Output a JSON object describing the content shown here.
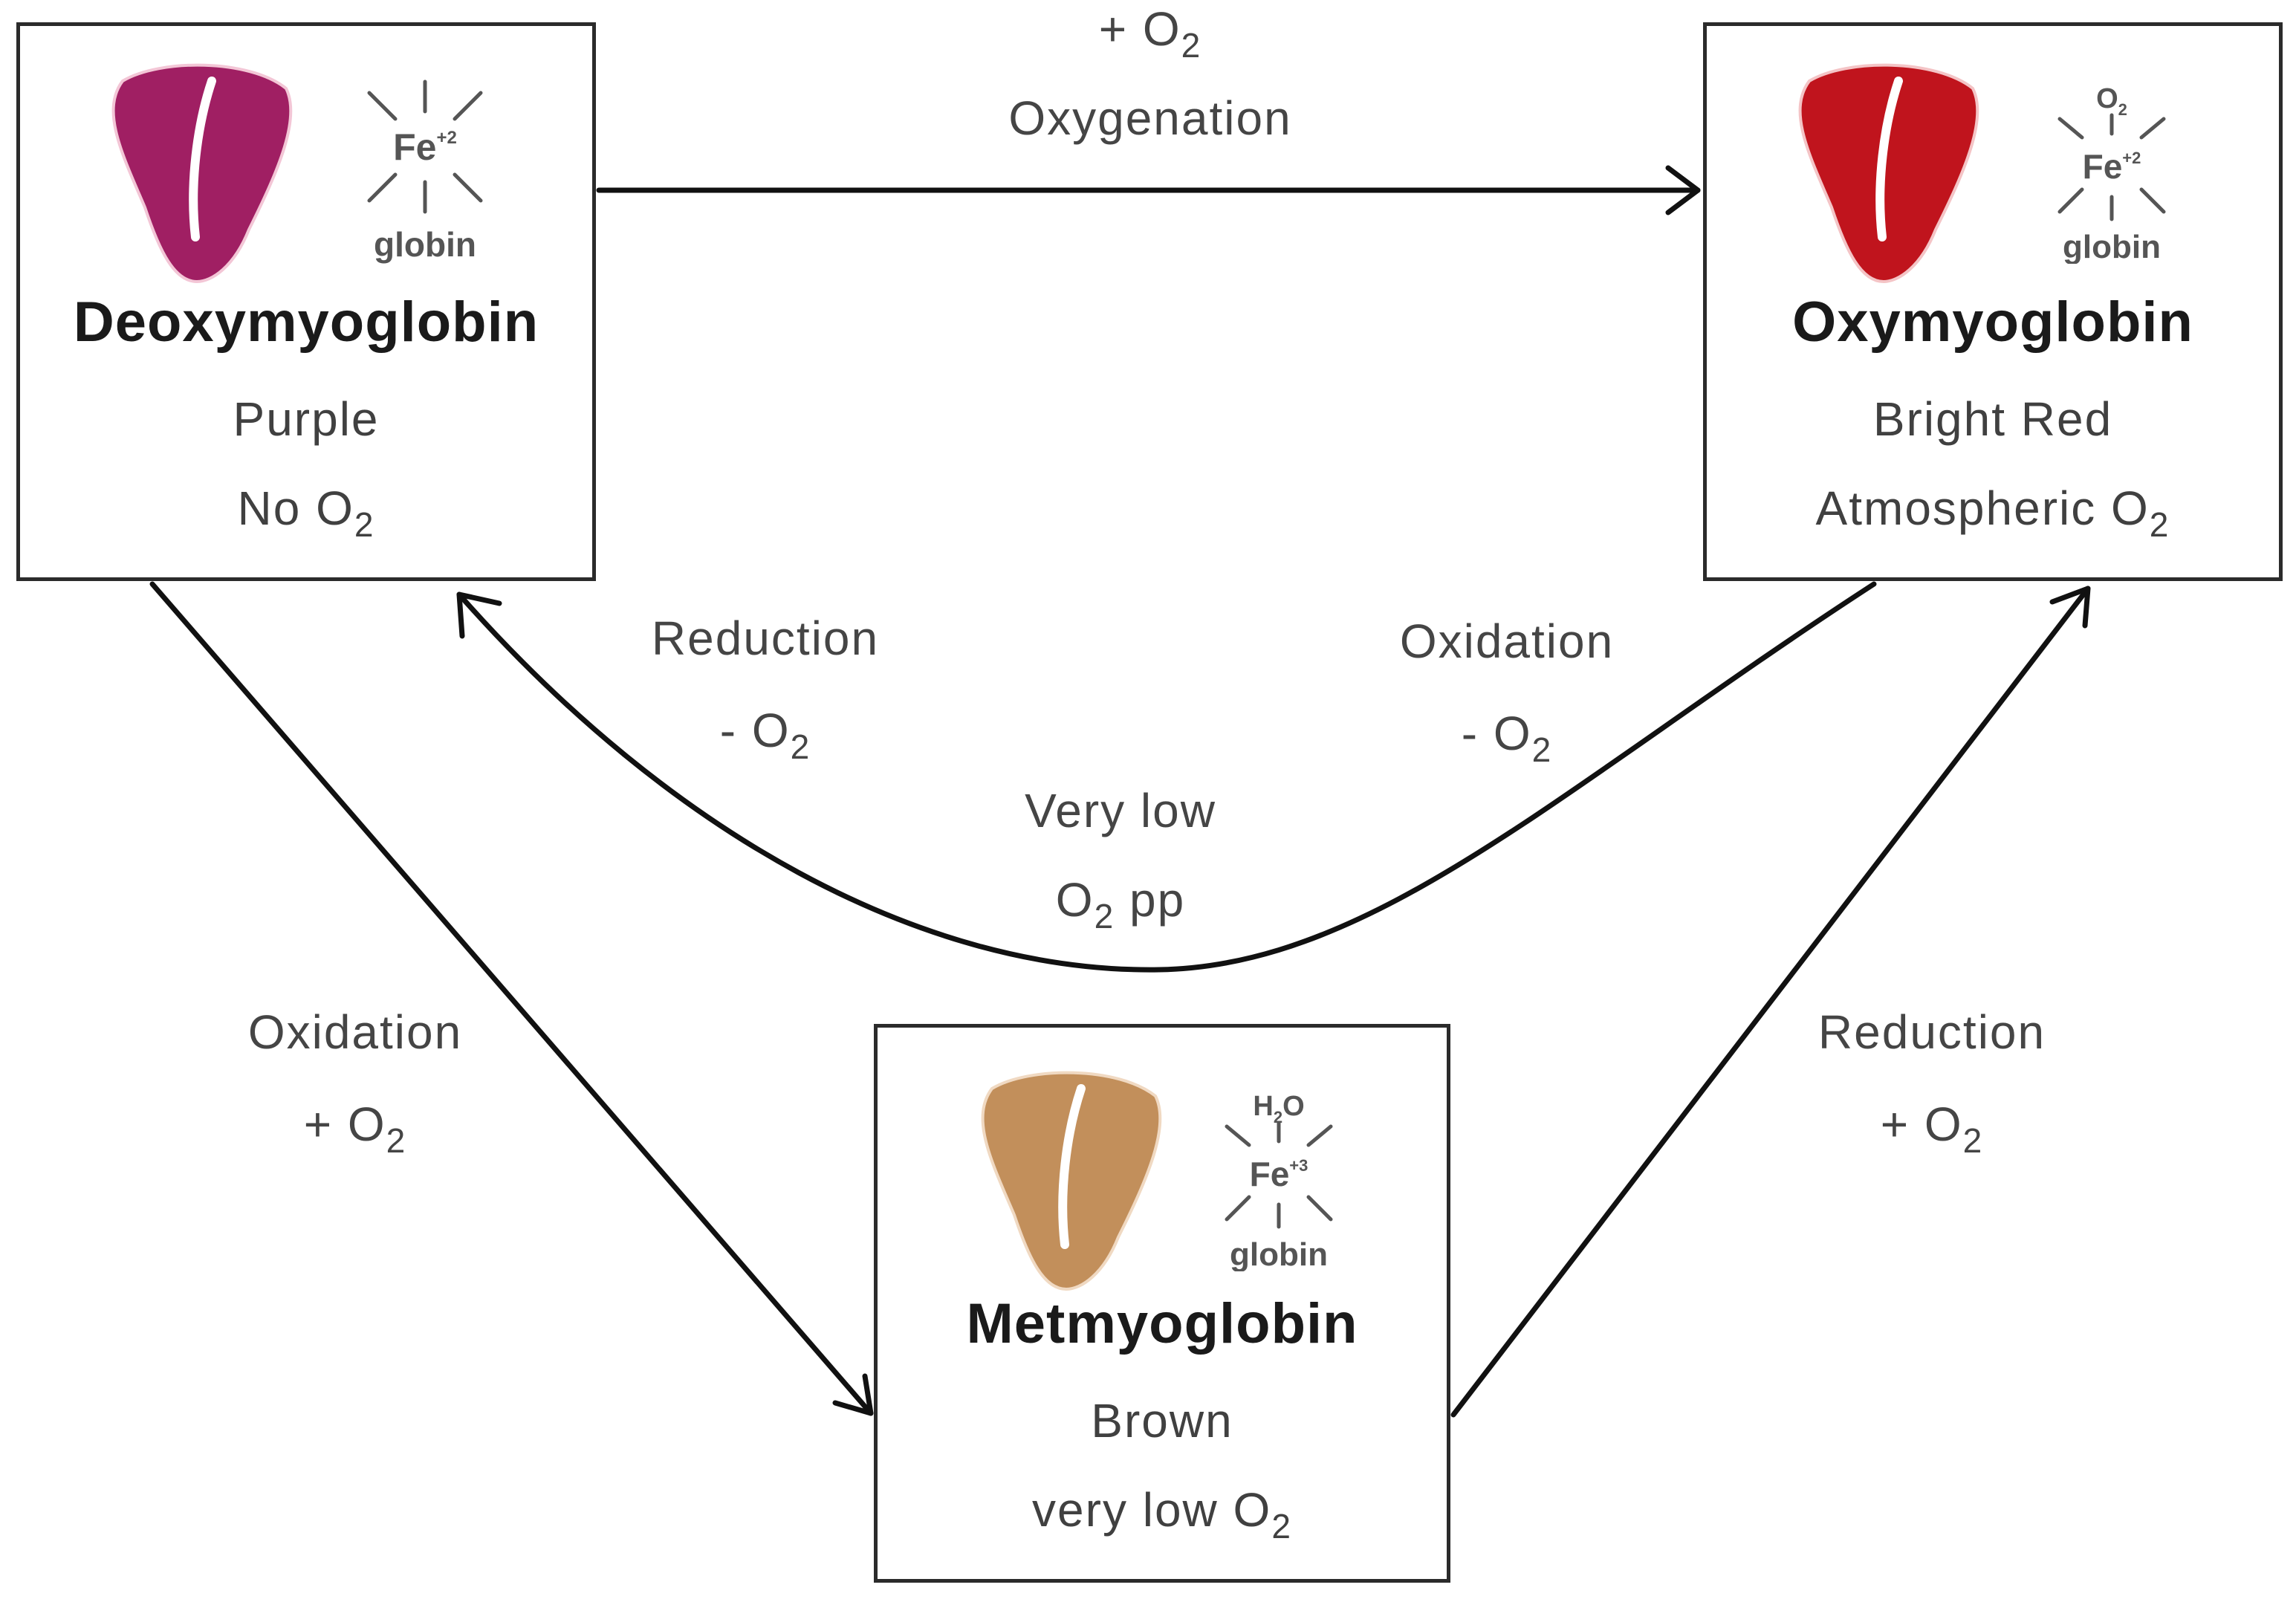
{
  "states": {
    "deoxy": {
      "name": "Deoxymyoglobin",
      "color_label": "Purple",
      "oxygen_label": "No O",
      "oxygen_sub": "2",
      "swatch": "#a01f63",
      "ligand_top": "",
      "fe_label": "Fe",
      "fe_charge": "+2",
      "globin_label": "globin"
    },
    "oxy": {
      "name": "Oxymyoglobin",
      "color_label": "Bright Red",
      "oxygen_label": "Atmospheric O",
      "oxygen_sub": "2",
      "swatch": "#c0141d",
      "ligand_top": "O",
      "ligand_top_sub": "2",
      "fe_label": "Fe",
      "fe_charge": "+2",
      "globin_label": "globin"
    },
    "met": {
      "name": "Metmyoglobin",
      "color_label": "Brown",
      "oxygen_label": "very low O",
      "oxygen_sub": "2",
      "swatch": "#c28f5b",
      "ligand_top": "H",
      "ligand_top_sub": "2",
      "ligand_top_end": "O",
      "fe_label": "Fe",
      "fe_charge": "+3",
      "globin_label": "globin"
    }
  },
  "transitions": {
    "oxygenation": {
      "line1": "+ O",
      "line1_sub": "2",
      "line2": "Oxygenation"
    },
    "reduction_curve": {
      "line1": "Reduction",
      "line2": "- O",
      "line2_sub": "2"
    },
    "oxidation_curve": {
      "line1": "Oxidation",
      "line2": "- O",
      "line2_sub": "2"
    },
    "very_low": {
      "line1": "Very low",
      "line2_pre": "O",
      "line2_sub": "2",
      "line2_post": " pp"
    },
    "oxidation_left": {
      "line1": "Oxidation",
      "line2": "+ O",
      "line2_sub": "2"
    },
    "reduction_right": {
      "line1": "Reduction",
      "line2": "+ O",
      "line2_sub": "2"
    }
  },
  "colors": {
    "stroke": "#111111",
    "text": "#454545"
  }
}
